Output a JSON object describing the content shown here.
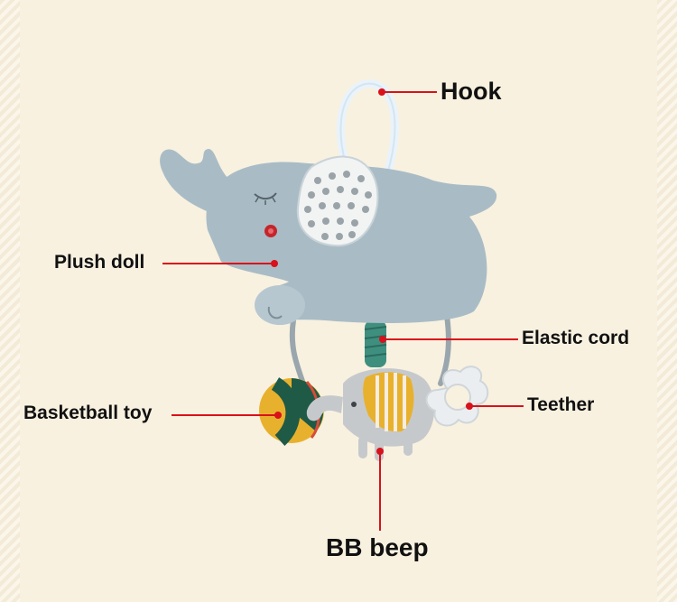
{
  "labels": {
    "hook": "Hook",
    "plush_doll": "Plush doll",
    "elastic_cord": "Elastic cord",
    "basketball_toy": "Basketball toy",
    "teether": "Teether",
    "bb_beep": "BB beep"
  },
  "colors": {
    "background": "#f8f1e0",
    "pointer": "#d9111b",
    "plush": "#a9bcc6",
    "ball_green": "#1f5a46",
    "ball_yellow": "#e8b12d"
  },
  "icons": [
    "hook-icon",
    "elephant-plush-icon",
    "elastic-cord-icon",
    "basketball-icon",
    "small-elephant-icon",
    "teether-icon"
  ]
}
